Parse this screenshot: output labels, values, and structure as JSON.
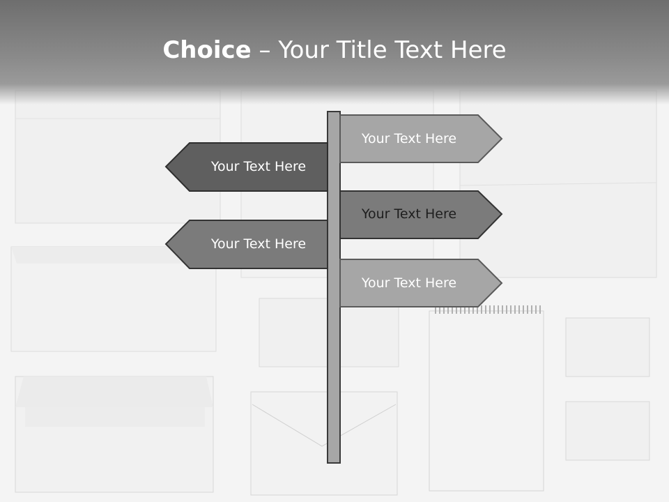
{
  "title": {
    "bold": "Choice",
    "rest": " – Your Title Text Here"
  },
  "signs": [
    {
      "label": "Your Text Here",
      "direction": "right",
      "fill": "#a6a6a6",
      "text_color": "#ffffff"
    },
    {
      "label": "Your Text Here",
      "direction": "left",
      "fill": "#5f5f5f",
      "text_color": "#ffffff"
    },
    {
      "label": "Your Text Here",
      "direction": "right",
      "fill": "#7b7b7b",
      "text_color": "#1e1e1e"
    },
    {
      "label": "Your Text Here",
      "direction": "left",
      "fill": "#7b7b7b",
      "text_color": "#ffffff"
    },
    {
      "label": "Your Text Here",
      "direction": "right",
      "fill": "#a6a6a6",
      "text_color": "#ffffff"
    }
  ],
  "colors": {
    "title_bar": "#6e6e6e",
    "post": "#a6a6a6",
    "outline": "#3a3a3a"
  }
}
